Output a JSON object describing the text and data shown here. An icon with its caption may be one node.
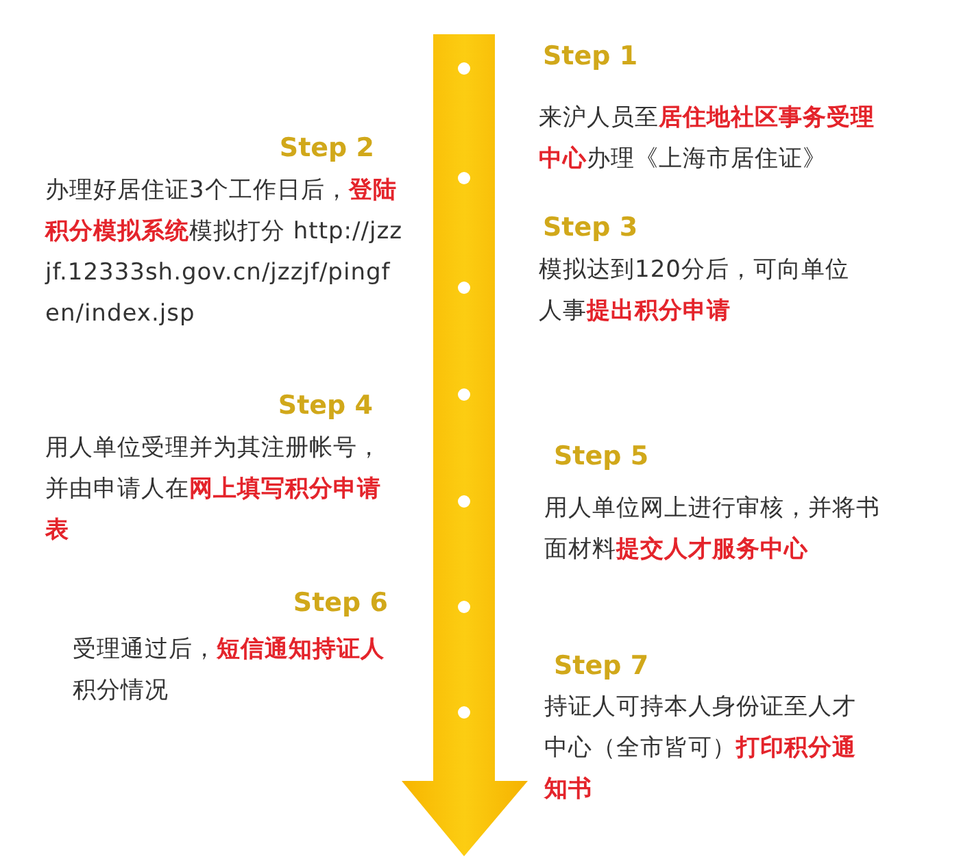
{
  "diagram": {
    "labels": [
      "Step 1",
      "来沪人员至**居住地社区事务受理中心**办理《上海市居住证》",
      "Step 2",
      "办理好居住证3个工作日后，**登陆积分模拟系统**模拟打分 http://jzzjf.12333sh.gov.cn/jzzjf/pingfen/index.jsp",
      "Step 3",
      "模拟达到120分后，可向单位人事**提出积分申请**",
      "Step 4",
      "用人单位受理并为其注册帐号，并由申请人在**网上填写积分申请表**",
      "Step 5",
      "用人单位网上进行审核，并将书面材料**提交人才服务中心**",
      "Step 6",
      "受理通过后，**短信通知持证人**积分情况",
      "Step 7",
      "持证人可持本人身份证至人才中心（全市皆可）**打印积分通知书**"
    ]
  }
}
